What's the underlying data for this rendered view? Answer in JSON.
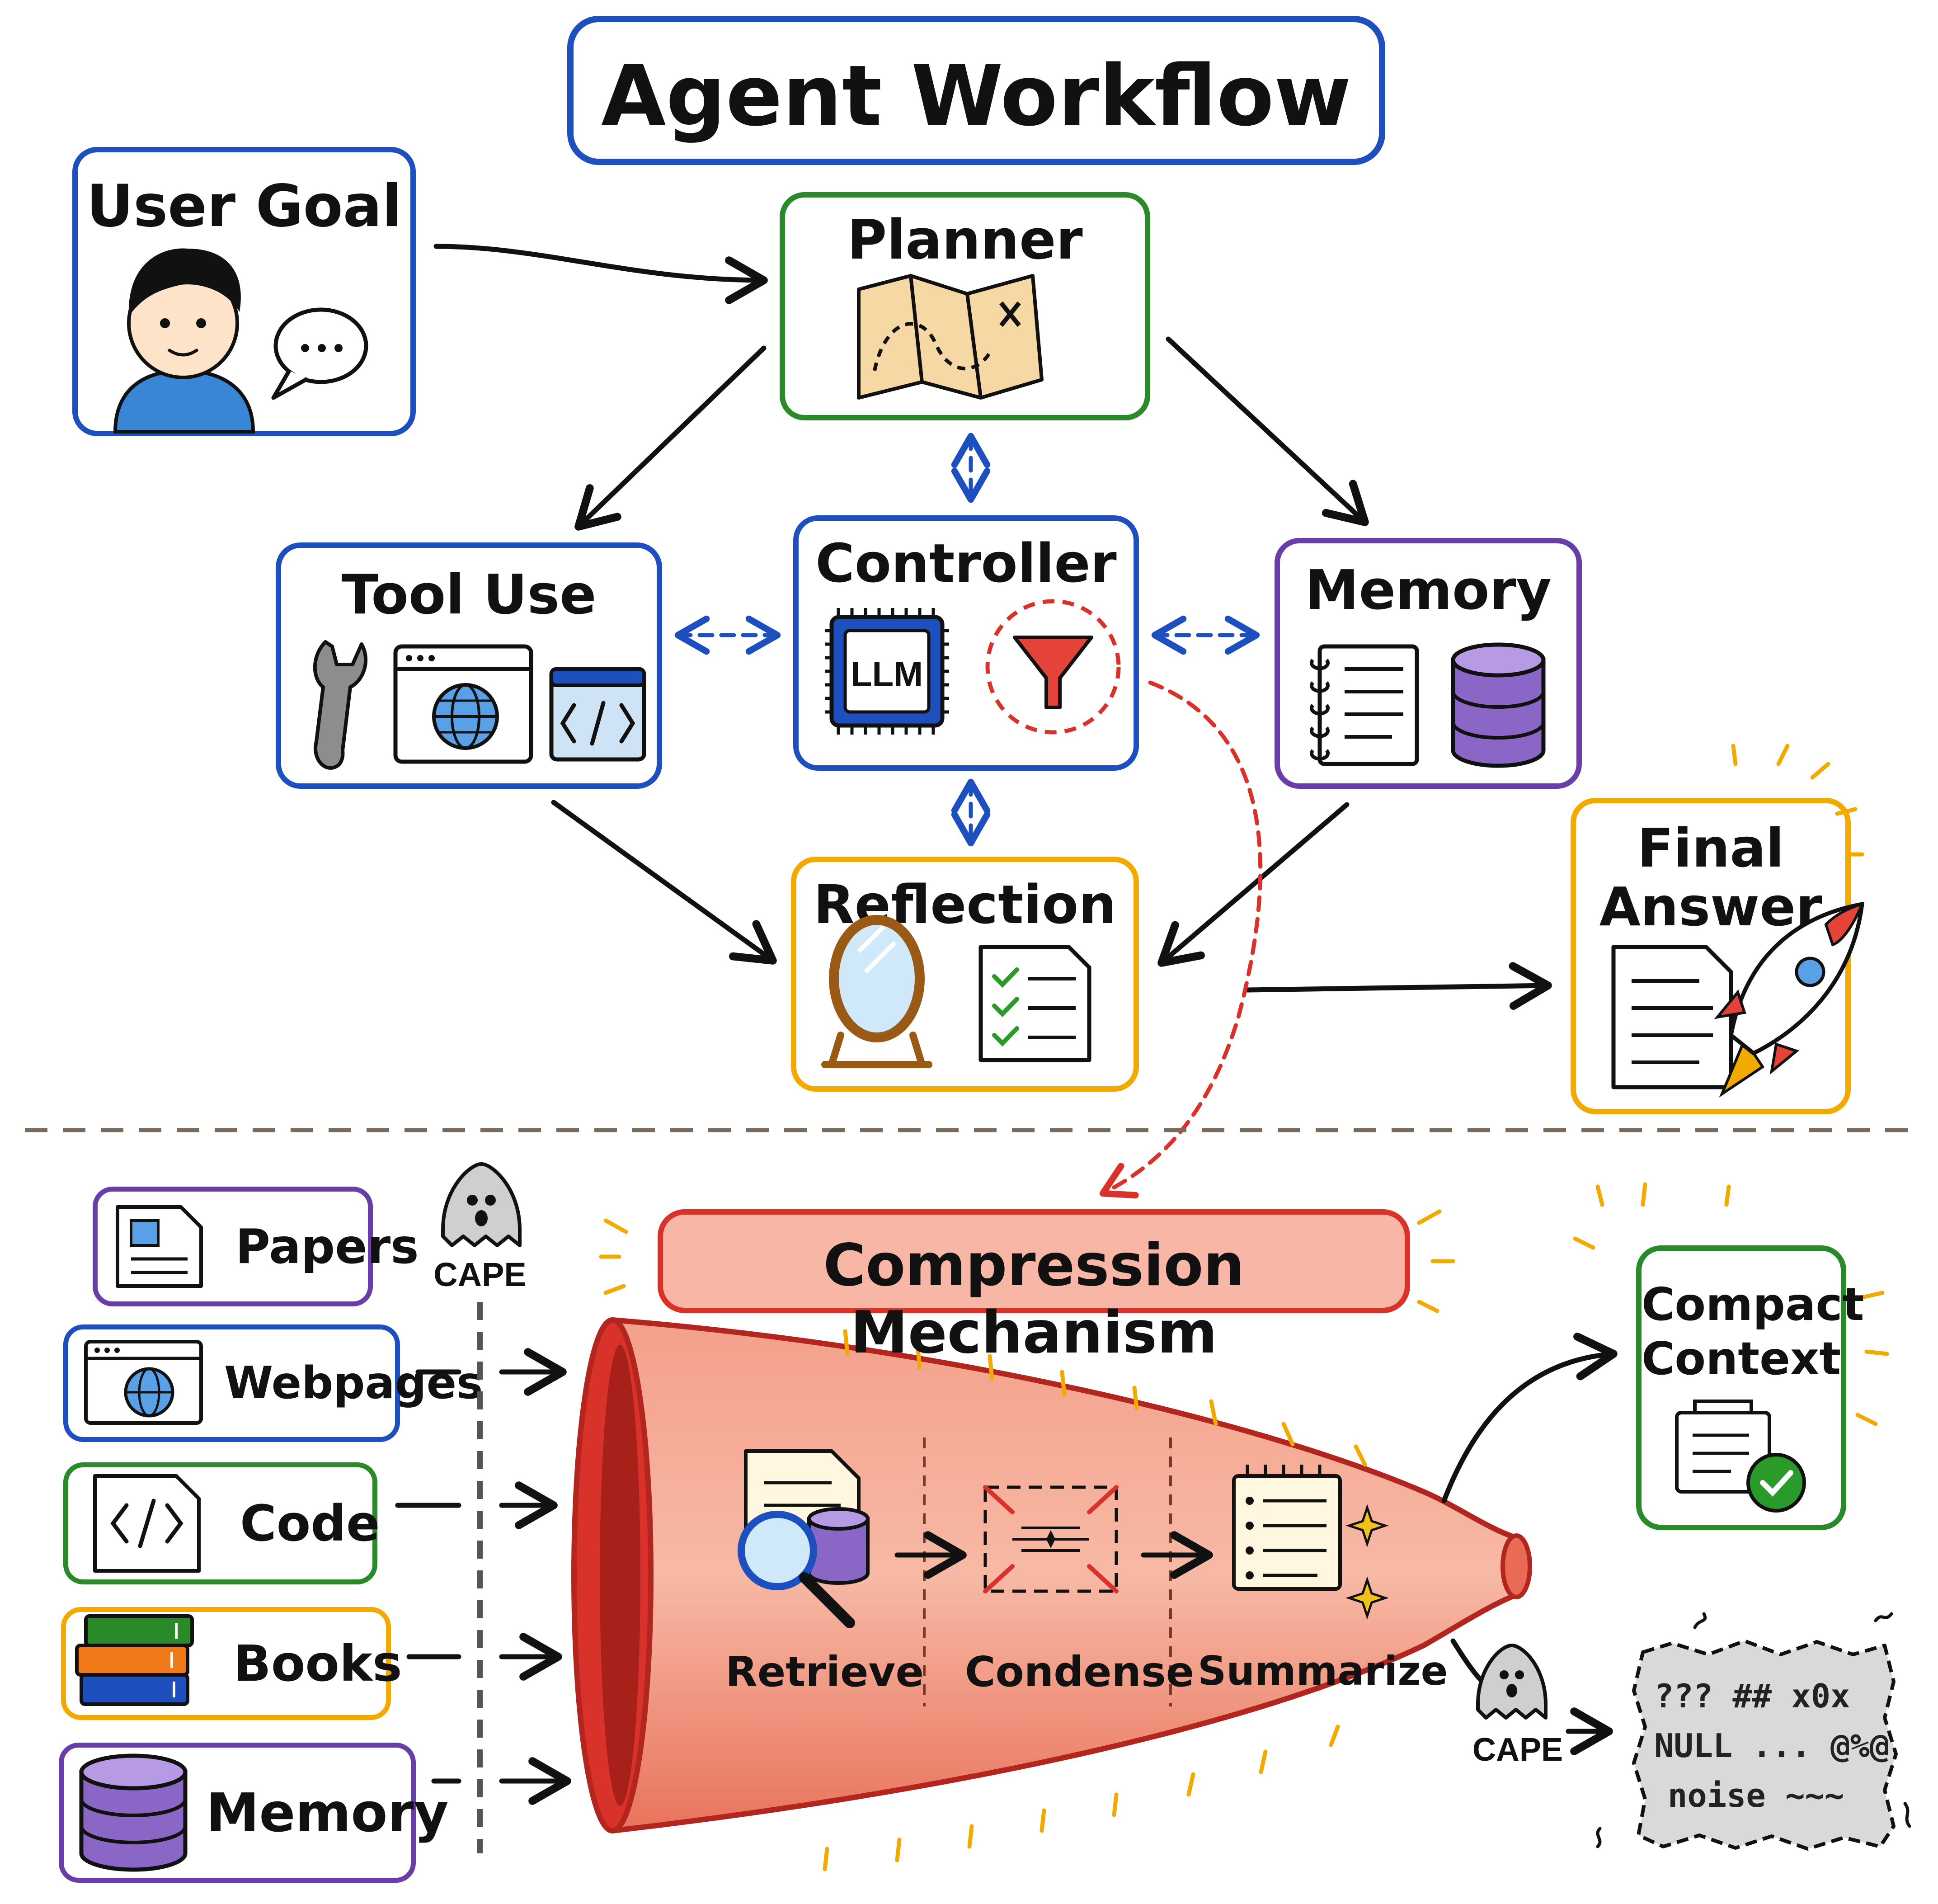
{
  "title": "Agent Workflow",
  "colors": {
    "blue": "#1d4fbf",
    "green": "#2a8a2a",
    "purple": "#6a3ea8",
    "orange": "#f2a900",
    "red": "#d8322a",
    "black": "#111111"
  },
  "nodes": {
    "user_goal": {
      "label": "User Goal",
      "icons": [
        "person-icon",
        "speech-bubble-icon"
      ]
    },
    "planner": {
      "label": "Planner",
      "icons": [
        "map-icon"
      ]
    },
    "tool_use": {
      "label": "Tool Use",
      "icons": [
        "wrench-icon",
        "browser-globe-icon",
        "code-window-icon"
      ]
    },
    "controller": {
      "label": "Controller",
      "chip_label": "LLM",
      "icons": [
        "cpu-chip-icon",
        "funnel-icon"
      ]
    },
    "memory": {
      "label": "Memory",
      "icons": [
        "notebook-icon",
        "database-icon"
      ]
    },
    "reflection": {
      "label": "Reflection",
      "icons": [
        "mirror-icon",
        "checklist-icon"
      ]
    },
    "final_answer": {
      "label_line1": "Final",
      "label_line2": "Answer",
      "icons": [
        "document-icon",
        "rocket-icon"
      ]
    }
  },
  "compression": {
    "title": "Compression Mechanism",
    "sources": [
      {
        "label": "Papers",
        "icon": "paper-document-icon"
      },
      {
        "label": "Webpages",
        "icon": "browser-globe-icon"
      },
      {
        "label": "Code",
        "icon": "code-file-icon"
      },
      {
        "label": "Books",
        "icon": "books-icon"
      },
      {
        "label": "Memory",
        "icon": "database-icon"
      }
    ],
    "filter_label": "CAPE",
    "stages": [
      {
        "label": "Retrieve",
        "icon": "magnifier-database-icon"
      },
      {
        "label": "Condense",
        "icon": "condense-arrows-icon"
      },
      {
        "label": "Summarize",
        "icon": "notepad-sparkle-icon"
      }
    ],
    "output_label_line1": "Compact",
    "output_label_line2": "Context",
    "noise_filter_label": "CAPE",
    "noise_lines": [
      "???  ##  x0x",
      "NULL ... @%@",
      "noise  ~~~"
    ]
  }
}
